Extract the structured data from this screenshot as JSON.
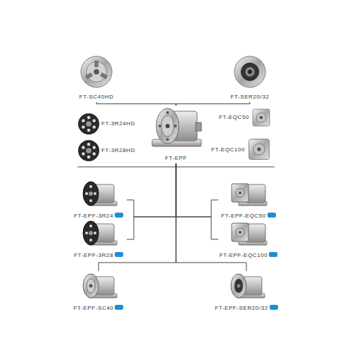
{
  "diagram": {
    "nodes": [
      {
        "text": [
          "FT-SC40HD"
        ]
      },
      {
        "text": [
          "FT-SER20/32"
        ]
      },
      {
        "text": [
          "FT-3R24HD"
        ]
      },
      {
        "text": [
          "FT-3R28HD"
        ]
      },
      {
        "text": [
          "FT-EPF"
        ]
      },
      {
        "text": [
          "FT-EQC50"
        ]
      },
      {
        "text": [
          "FT-EQC100"
        ]
      },
      {
        "text": [
          "FT-EPF-3R24"
        ]
      },
      {
        "text": [
          "FT-EPF-3R28"
        ]
      },
      {
        "text": [
          "FT-EPF-EQC50"
        ]
      },
      {
        "text": [
          "FT-EPF-EQC100"
        ]
      },
      {
        "text": [
          "FT-EPF-SC40"
        ]
      },
      {
        "text": [
          "FT-EPF-SER20/32"
        ]
      }
    ],
    "edges": [
      {
        "from": 4,
        "to": 0,
        "arrow": "none"
      },
      {
        "from": 4,
        "to": 1,
        "arrow": "none"
      },
      {
        "from": 4,
        "to": 7,
        "arrow": "none"
      },
      {
        "from": 4,
        "to": 8,
        "arrow": "none"
      },
      {
        "from": 4,
        "to": 9,
        "arrow": "none"
      },
      {
        "from": 4,
        "to": 10,
        "arrow": "none"
      },
      {
        "from": 4,
        "to": 11,
        "arrow": "none"
      },
      {
        "from": 4,
        "to": 12,
        "arrow": "none"
      }
    ]
  }
}
